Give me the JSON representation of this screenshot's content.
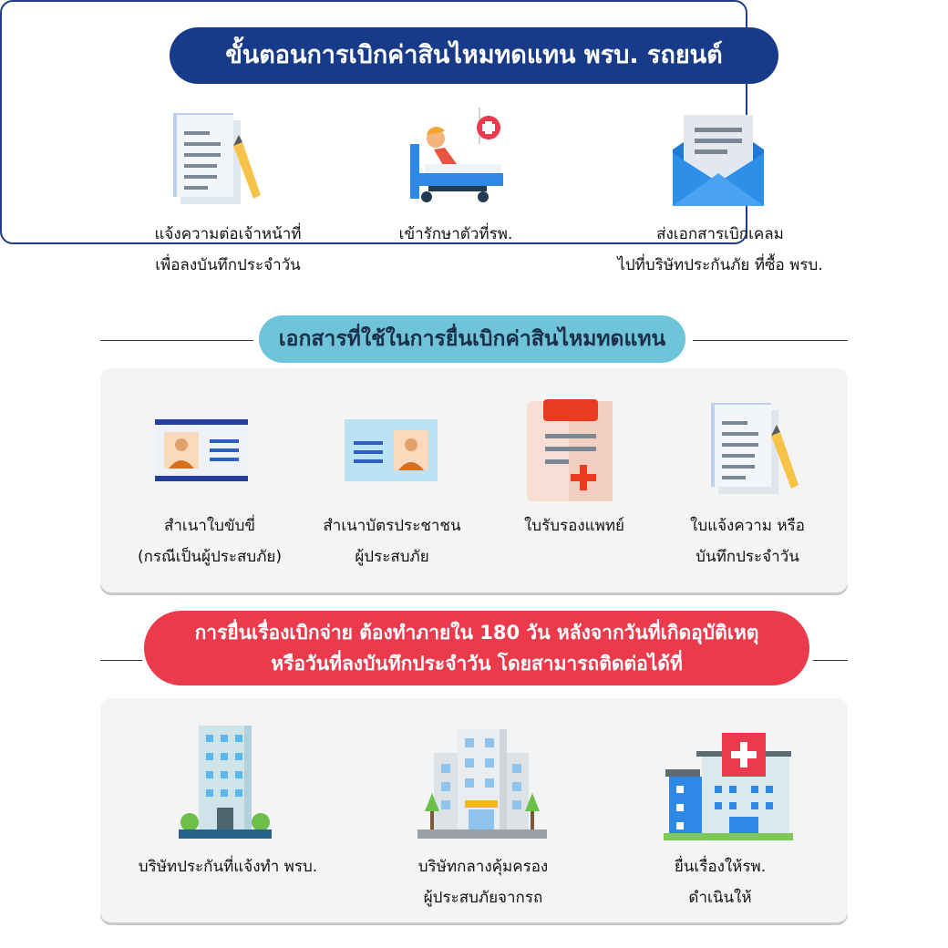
{
  "header": {
    "title": "ขั้นตอนการเบิกค่าสินไหมทดแทน พรบ. รถยนต์"
  },
  "steps": [
    {
      "icon": "document-pencil-icon",
      "lines": [
        "แจ้งความต่อเจ้าหน้าที่",
        "เพื่อลงบันทึกประจำวัน"
      ]
    },
    {
      "icon": "hospital-bed-icon",
      "lines": [
        "เข้ารักษาตัวที่รพ."
      ]
    },
    {
      "icon": "envelope-letter-icon",
      "lines": [
        "ส่งเอกสารเบิกเคลม",
        "ไปที่บริษัทประกันภัย ที่ซื้อ พรบ."
      ]
    }
  ],
  "documents_section": {
    "title": "เอกสารที่ใช้ในการยื่นเบิกค่าสินไหมทดแทน"
  },
  "documents": [
    {
      "icon": "driver-license-icon",
      "lines": [
        "สำเนาใบขับขี่",
        "(กรณีเป็นผู้ประสบภัย)"
      ]
    },
    {
      "icon": "id-card-icon",
      "lines": [
        "สำเนาบัตรประชาชน",
        "ผู้ประสบภัย"
      ]
    },
    {
      "icon": "medical-certificate-icon",
      "lines": [
        "ใบรับรองแพทย์"
      ]
    },
    {
      "icon": "police-report-icon",
      "lines": [
        "ใบแจ้งความ หรือ",
        "บันทึกประจำวัน"
      ]
    }
  ],
  "deadline_notice": {
    "lines": [
      "การยื่นเรื่องเบิกจ่าย ต้องทำภายใน 180 วัน หลังจากวันที่เกิดอุบัติเหตุ",
      "หรือวันที่ลงบันทึกประจำวัน โดยสามารถติดต่อได้ที่"
    ]
  },
  "contacts": [
    {
      "icon": "office-building-icon",
      "lines": [
        "บริษัทประกันที่แจ้งทำ พรบ."
      ]
    },
    {
      "icon": "corporate-building-icon",
      "lines": [
        "บริษัทกลางคุ้มครอง",
        "ผู้ประสบภัยจากรถ"
      ]
    },
    {
      "icon": "hospital-building-icon",
      "lines": [
        "ยื่นเรื่องให้รพ.",
        "ดำเนินให้"
      ]
    }
  ]
}
